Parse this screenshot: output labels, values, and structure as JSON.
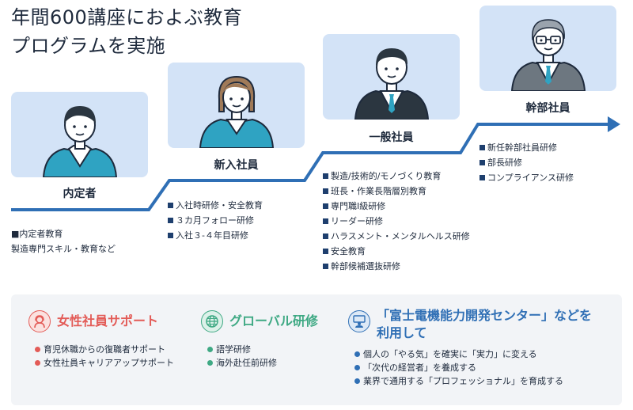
{
  "title": {
    "line1": "年間600講座におよぶ教育",
    "line2": "プログラムを実施"
  },
  "stages": [
    {
      "label": "内定者",
      "items": [
        "■内定者教育",
        "製造専門スキル・教育など"
      ]
    },
    {
      "label": "新入社員",
      "items": [
        "入社時研修・安全教育",
        "３カ月フォロー研修",
        "入社３-４年目研修"
      ]
    },
    {
      "label": "一般社員",
      "items": [
        "製造/技術的/モノづくり教育",
        "班長・作業長階層別教育",
        "専門職Ⅰ級研修",
        "リーダー研修",
        "ハラスメント・メンタルヘルス研修",
        "安全教育",
        "幹部候補選抜研修"
      ]
    },
    {
      "label": "幹部社員",
      "items": [
        "新任幹部社員研修",
        "部長研修",
        "コンプライアンス研修"
      ]
    }
  ],
  "support": [
    {
      "title": "女性社員サポート",
      "color": "#e35b57",
      "icon": "woman-icon",
      "items": [
        "育児休職からの復職者サポート",
        "女性社員キャリアアップサポート"
      ]
    },
    {
      "title": "グローバル研修",
      "color": "#3fa984",
      "icon": "globe-icon",
      "items": [
        "語学研修",
        "海外赴任前研修"
      ]
    },
    {
      "title_line1": "「富士電機能力開発センター」などを",
      "title_line2": "利用して",
      "color": "#2f6fb5",
      "icon": "lecturer-icon",
      "items": [
        "個人の「やる気」を確実に「実力」に変える",
        "「次代の経営者」を養成する",
        "業界で通用する「プロフェッショナル」を育成する"
      ]
    }
  ],
  "colors": {
    "arrow": "#2f6fb5",
    "card": "#d3e3f7",
    "suit": "#2b3640",
    "teal": "#2fa3c2",
    "panel": "#f2f4f7"
  }
}
